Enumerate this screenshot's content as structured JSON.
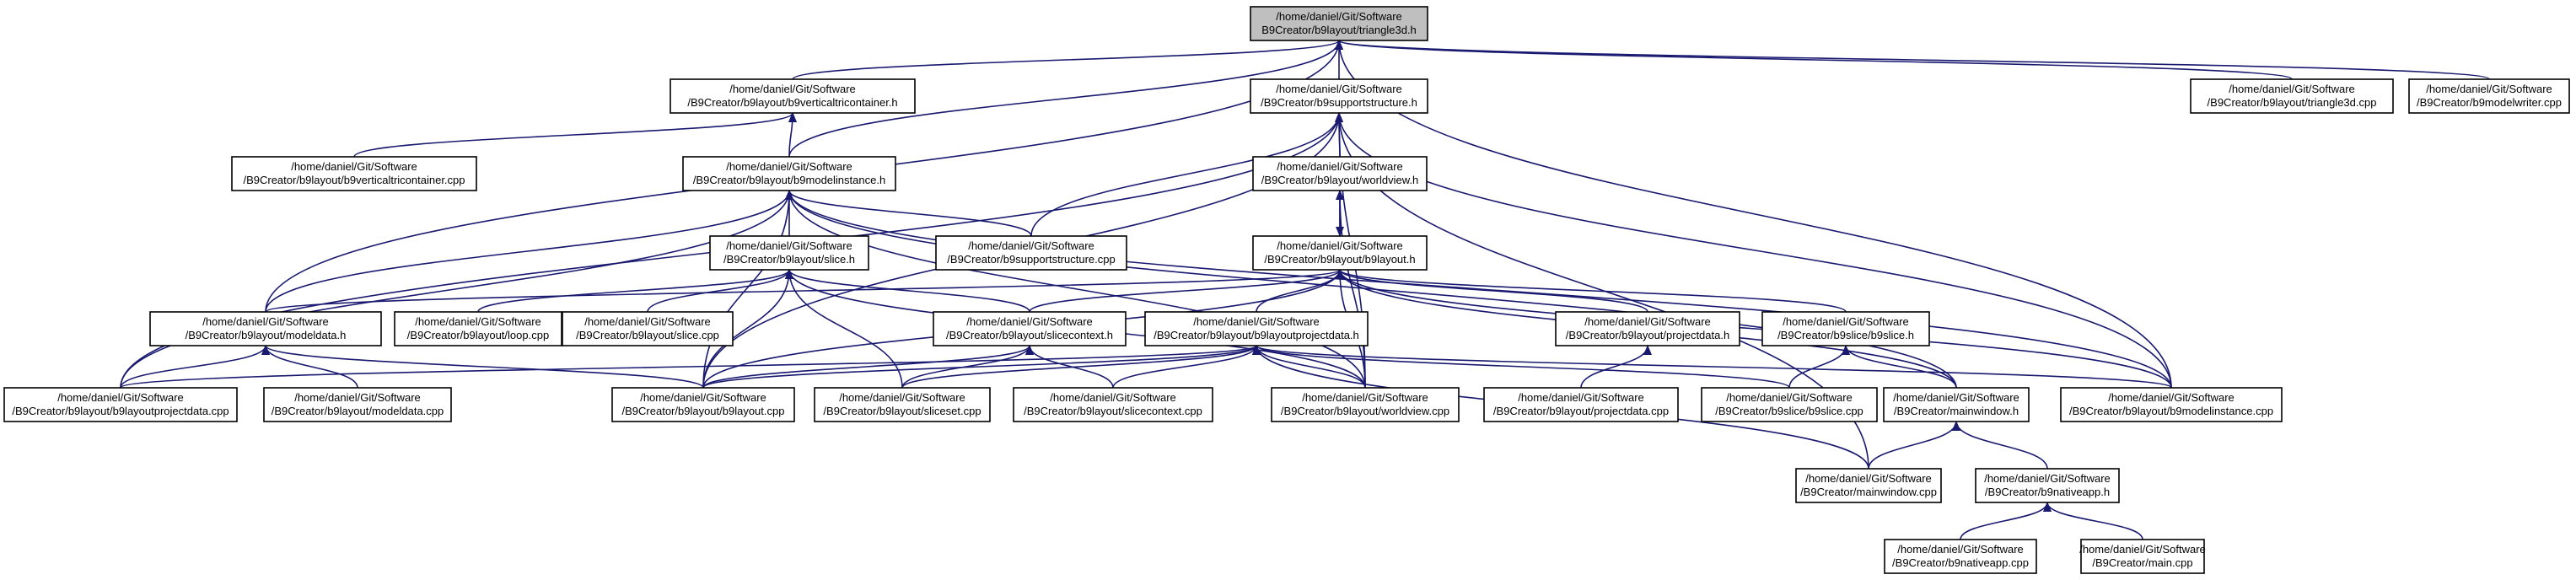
{
  "graph": {
    "nodes": [
      {
        "id": "triangle3d_h",
        "line1": "/home/daniel/Git/Software",
        "line2": "B9Creator/b9layout/triangle3d.h",
        "focus": true
      },
      {
        "id": "b9verticaltricontainer_h",
        "line1": "/home/daniel/Git/Software",
        "line2": "/B9Creator/b9layout/b9verticaltricontainer.h"
      },
      {
        "id": "b9supportstructure_h",
        "line1": "/home/daniel/Git/Software",
        "line2": "/B9Creator/b9supportstructure.h"
      },
      {
        "id": "triangle3d_cpp",
        "line1": "/home/daniel/Git/Software",
        "line2": "/B9Creator/b9layout/triangle3d.cpp"
      },
      {
        "id": "b9modelwriter_cpp",
        "line1": "/home/daniel/Git/Software",
        "line2": "/B9Creator/b9modelwriter.cpp"
      },
      {
        "id": "b9verticaltricontainer_cpp",
        "line1": "/home/daniel/Git/Software",
        "line2": "/B9Creator/b9layout/b9verticaltricontainer.cpp"
      },
      {
        "id": "b9modelinstance_h",
        "line1": "/home/daniel/Git/Software",
        "line2": "/B9Creator/b9layout/b9modelinstance.h"
      },
      {
        "id": "worldview_h",
        "line1": "/home/daniel/Git/Software",
        "line2": "/B9Creator/b9layout/worldview.h"
      },
      {
        "id": "slice_h",
        "line1": "/home/daniel/Git/Software",
        "line2": "/B9Creator/b9layout/slice.h"
      },
      {
        "id": "b9supportstructure_cpp",
        "line1": "/home/daniel/Git/Software",
        "line2": "/B9Creator/b9supportstructure.cpp"
      },
      {
        "id": "b9layout_h",
        "line1": "/home/daniel/Git/Software",
        "line2": "/B9Creator/b9layout/b9layout.h"
      },
      {
        "id": "modeldata_h",
        "line1": "/home/daniel/Git/Software",
        "line2": "/B9Creator/b9layout/modeldata.h"
      },
      {
        "id": "loop_cpp",
        "line1": "/home/daniel/Git/Software",
        "line2": "/B9Creator/b9layout/loop.cpp"
      },
      {
        "id": "slice_cpp",
        "line1": "/home/daniel/Git/Software",
        "line2": "/B9Creator/b9layout/slice.cpp"
      },
      {
        "id": "slicecontext_h",
        "line1": "/home/daniel/Git/Software",
        "line2": "/B9Creator/b9layout/slicecontext.h"
      },
      {
        "id": "b9layoutprojectdata_h",
        "line1": "/home/daniel/Git/Software",
        "line2": "/B9Creator/b9layout/b9layoutprojectdata.h"
      },
      {
        "id": "projectdata_h",
        "line1": "/home/daniel/Git/Software",
        "line2": "/B9Creator/b9layout/projectdata.h"
      },
      {
        "id": "b9slice_h",
        "line1": "/home/daniel/Git/Software",
        "line2": "/B9Creator/b9slice/b9slice.h"
      },
      {
        "id": "b9layoutprojectdata_cpp",
        "line1": "/home/daniel/Git/Software",
        "line2": "/B9Creator/b9layout/b9layoutprojectdata.cpp"
      },
      {
        "id": "modeldata_cpp",
        "line1": "/home/daniel/Git/Software",
        "line2": "/B9Creator/b9layout/modeldata.cpp"
      },
      {
        "id": "b9layout_cpp",
        "line1": "/home/daniel/Git/Software",
        "line2": "/B9Creator/b9layout/b9layout.cpp"
      },
      {
        "id": "sliceset_cpp",
        "line1": "/home/daniel/Git/Software",
        "line2": "/B9Creator/b9layout/sliceset.cpp"
      },
      {
        "id": "slicecontext_cpp",
        "line1": "/home/daniel/Git/Software",
        "line2": "/B9Creator/b9layout/slicecontext.cpp"
      },
      {
        "id": "worldview_cpp",
        "line1": "/home/daniel/Git/Software",
        "line2": "/B9Creator/b9layout/worldview.cpp"
      },
      {
        "id": "projectdata_cpp",
        "line1": "/home/daniel/Git/Software",
        "line2": "/B9Creator/b9layout/projectdata.cpp"
      },
      {
        "id": "b9slice_cpp",
        "line1": "/home/daniel/Git/Software",
        "line2": "/B9Creator/b9slice/b9slice.cpp"
      },
      {
        "id": "mainwindow_h",
        "line1": "/home/daniel/Git/Software",
        "line2": "/B9Creator/mainwindow.h"
      },
      {
        "id": "b9modelinstance_cpp",
        "line1": "/home/daniel/Git/Software",
        "line2": "/B9Creator/b9layout/b9modelinstance.cpp"
      },
      {
        "id": "mainwindow_cpp",
        "line1": "/home/daniel/Git/Software",
        "line2": "/B9Creator/mainwindow.cpp"
      },
      {
        "id": "b9nativeapp_h",
        "line1": "/home/daniel/Git/Software",
        "line2": "/B9Creator/b9nativeapp.h"
      },
      {
        "id": "b9nativeapp_cpp",
        "line1": "/home/daniel/Git/Software",
        "line2": "/B9Creator/b9nativeapp.cpp"
      },
      {
        "id": "main_cpp",
        "line1": "/home/daniel/Git/Software",
        "line2": "/B9Creator/main.cpp"
      }
    ],
    "edges": [
      [
        "b9verticaltricontainer_h",
        "triangle3d_h"
      ],
      [
        "b9supportstructure_h",
        "triangle3d_h"
      ],
      [
        "triangle3d_cpp",
        "triangle3d_h"
      ],
      [
        "b9modelwriter_cpp",
        "triangle3d_h"
      ],
      [
        "b9modelinstance_h",
        "triangle3d_h"
      ],
      [
        "modeldata_h",
        "triangle3d_h"
      ],
      [
        "b9modelinstance_cpp",
        "triangle3d_h"
      ],
      [
        "b9verticaltricontainer_cpp",
        "b9verticaltricontainer_h"
      ],
      [
        "b9modelinstance_h",
        "b9verticaltricontainer_h"
      ],
      [
        "worldview_h",
        "b9supportstructure_h"
      ],
      [
        "b9supportstructure_cpp",
        "b9supportstructure_h"
      ],
      [
        "b9layoutprojectdata_cpp",
        "b9supportstructure_h"
      ],
      [
        "b9layout_cpp",
        "b9supportstructure_h"
      ],
      [
        "worldview_cpp",
        "b9supportstructure_h"
      ],
      [
        "b9modelinstance_cpp",
        "b9supportstructure_h"
      ],
      [
        "mainwindow_cpp",
        "b9supportstructure_h"
      ],
      [
        "slice_h",
        "b9modelinstance_h"
      ],
      [
        "modeldata_h",
        "b9modelinstance_h"
      ],
      [
        "b9supportstructure_cpp",
        "b9modelinstance_h"
      ],
      [
        "b9layoutprojectdata_cpp",
        "b9modelinstance_h"
      ],
      [
        "b9layout_cpp",
        "b9modelinstance_h"
      ],
      [
        "worldview_cpp",
        "b9modelinstance_h"
      ],
      [
        "b9modelinstance_cpp",
        "b9modelinstance_h"
      ],
      [
        "mainwindow_h",
        "b9modelinstance_h"
      ],
      [
        "b9layout_h",
        "worldview_h"
      ],
      [
        "worldview_cpp",
        "worldview_h"
      ],
      [
        "loop_cpp",
        "slice_h"
      ],
      [
        "slice_cpp",
        "slice_h"
      ],
      [
        "slicecontext_h",
        "slice_h"
      ],
      [
        "b9layout_cpp",
        "slice_h"
      ],
      [
        "sliceset_cpp",
        "slice_h"
      ],
      [
        "worldview_cpp",
        "slice_h"
      ],
      [
        "worldview_h",
        "b9layout_h"
      ],
      [
        "modeldata_h",
        "b9layout_h"
      ],
      [
        "b9layoutprojectdata_h",
        "b9layout_h"
      ],
      [
        "projectdata_h",
        "b9layout_h"
      ],
      [
        "b9slice_h",
        "b9layout_h"
      ],
      [
        "b9layout_cpp",
        "b9layout_h"
      ],
      [
        "worldview_cpp",
        "b9layout_h"
      ],
      [
        "mainwindow_h",
        "b9layout_h"
      ],
      [
        "b9modelinstance_cpp",
        "b9layout_h"
      ],
      [
        "slicecontext_h",
        "b9layout_h"
      ],
      [
        "b9layoutprojectdata_cpp",
        "modeldata_h"
      ],
      [
        "modeldata_cpp",
        "modeldata_h"
      ],
      [
        "b9layout_cpp",
        "modeldata_h"
      ],
      [
        "b9layout_cpp",
        "slicecontext_h"
      ],
      [
        "sliceset_cpp",
        "slicecontext_h"
      ],
      [
        "slicecontext_cpp",
        "slicecontext_h"
      ],
      [
        "b9layoutprojectdata_cpp",
        "b9layoutprojectdata_h"
      ],
      [
        "b9layout_cpp",
        "b9layoutprojectdata_h"
      ],
      [
        "sliceset_cpp",
        "b9layoutprojectdata_h"
      ],
      [
        "slicecontext_cpp",
        "b9layoutprojectdata_h"
      ],
      [
        "worldview_cpp",
        "b9layoutprojectdata_h"
      ],
      [
        "b9slice_cpp",
        "b9layoutprojectdata_h"
      ],
      [
        "b9modelinstance_cpp",
        "b9layoutprojectdata_h"
      ],
      [
        "mainwindow_cpp",
        "b9layoutprojectdata_h"
      ],
      [
        "projectdata_cpp",
        "projectdata_h"
      ],
      [
        "b9slice_cpp",
        "b9slice_h"
      ],
      [
        "mainwindow_h",
        "b9slice_h"
      ],
      [
        "mainwindow_cpp",
        "mainwindow_h"
      ],
      [
        "b9nativeapp_h",
        "mainwindow_h"
      ],
      [
        "b9nativeapp_cpp",
        "b9nativeapp_h"
      ],
      [
        "main_cpp",
        "b9nativeapp_h"
      ]
    ]
  }
}
